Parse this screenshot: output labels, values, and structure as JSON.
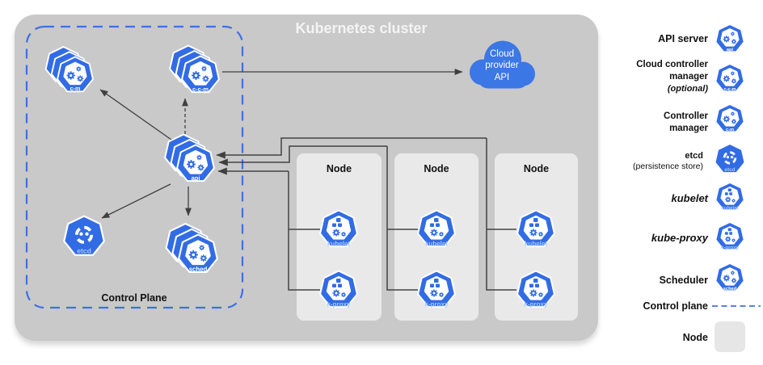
{
  "title": "Kubernetes cluster",
  "control_plane": {
    "label": "Control Plane"
  },
  "cloud": {
    "label": "Cloud provider API"
  },
  "icons": {
    "api": "api",
    "c_m": "c-m",
    "c_c_m": "c-c-m",
    "etcd": "etcd",
    "sched": "sched",
    "kubelet": "kubelet",
    "k_proxy": "k-proxy"
  },
  "nodes": [
    {
      "label": "Node"
    },
    {
      "label": "Node"
    },
    {
      "label": "Node"
    }
  ],
  "legend": {
    "items": [
      {
        "label": "API server"
      },
      {
        "label": "Cloud controller manager",
        "sublabel": "(optional)"
      },
      {
        "label": "Controller manager"
      },
      {
        "label": "etcd",
        "sublabel": "(persistence store)"
      },
      {
        "label": "kubelet"
      },
      {
        "label": "kube-proxy"
      },
      {
        "label": "Scheduler"
      },
      {
        "label": "Control plane"
      },
      {
        "label": "Node"
      }
    ]
  },
  "colors": {
    "kubernetes_blue": "#326ce5",
    "cloud_blue": "#3b77e5",
    "control_plane_border": "#3e70e2",
    "cluster_background": "#c9c9c9",
    "node_background": "#e9e9e9",
    "connector": "#3f3f3f"
  }
}
